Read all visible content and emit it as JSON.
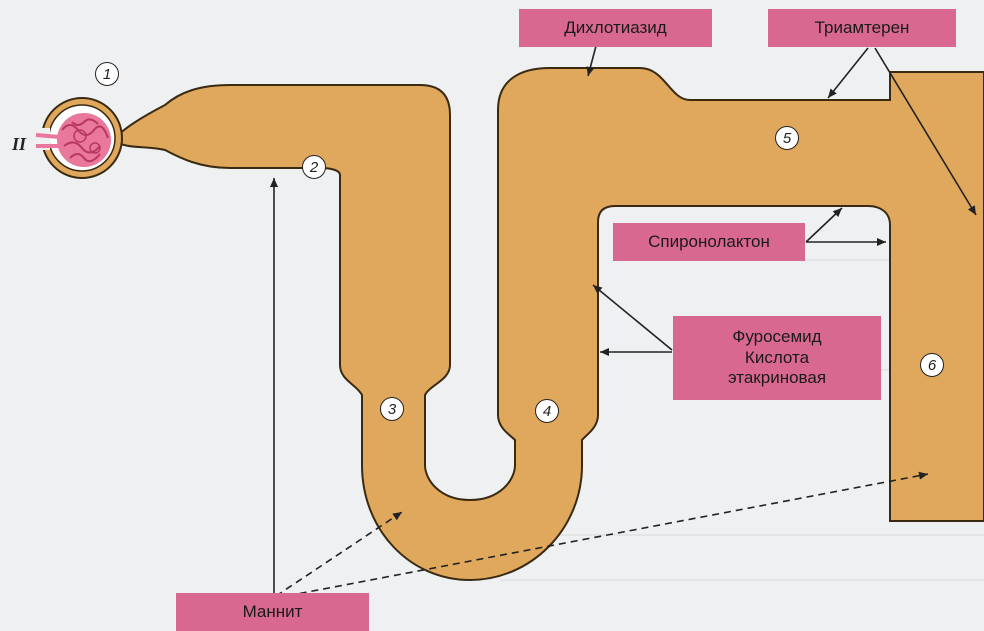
{
  "labels": {
    "dichlothiazide": "Дихлотиазид",
    "triamterene": "Триамтерен",
    "spironolactone": "Спиронолактон",
    "furosemide": "Фуросемид",
    "ethacrynic_1": "Кислота",
    "ethacrynic_2": "этакриновая",
    "mannitol": "Маннит"
  },
  "segments": [
    "1",
    "2",
    "3",
    "4",
    "5",
    "6"
  ],
  "roman_mark": "II",
  "colors": {
    "tubule": "#dfa85c",
    "tubule_edge": "#3a2a12",
    "glomerulus": "#e9789c",
    "label_bg": "#d96890",
    "background": "#eef0f1"
  }
}
